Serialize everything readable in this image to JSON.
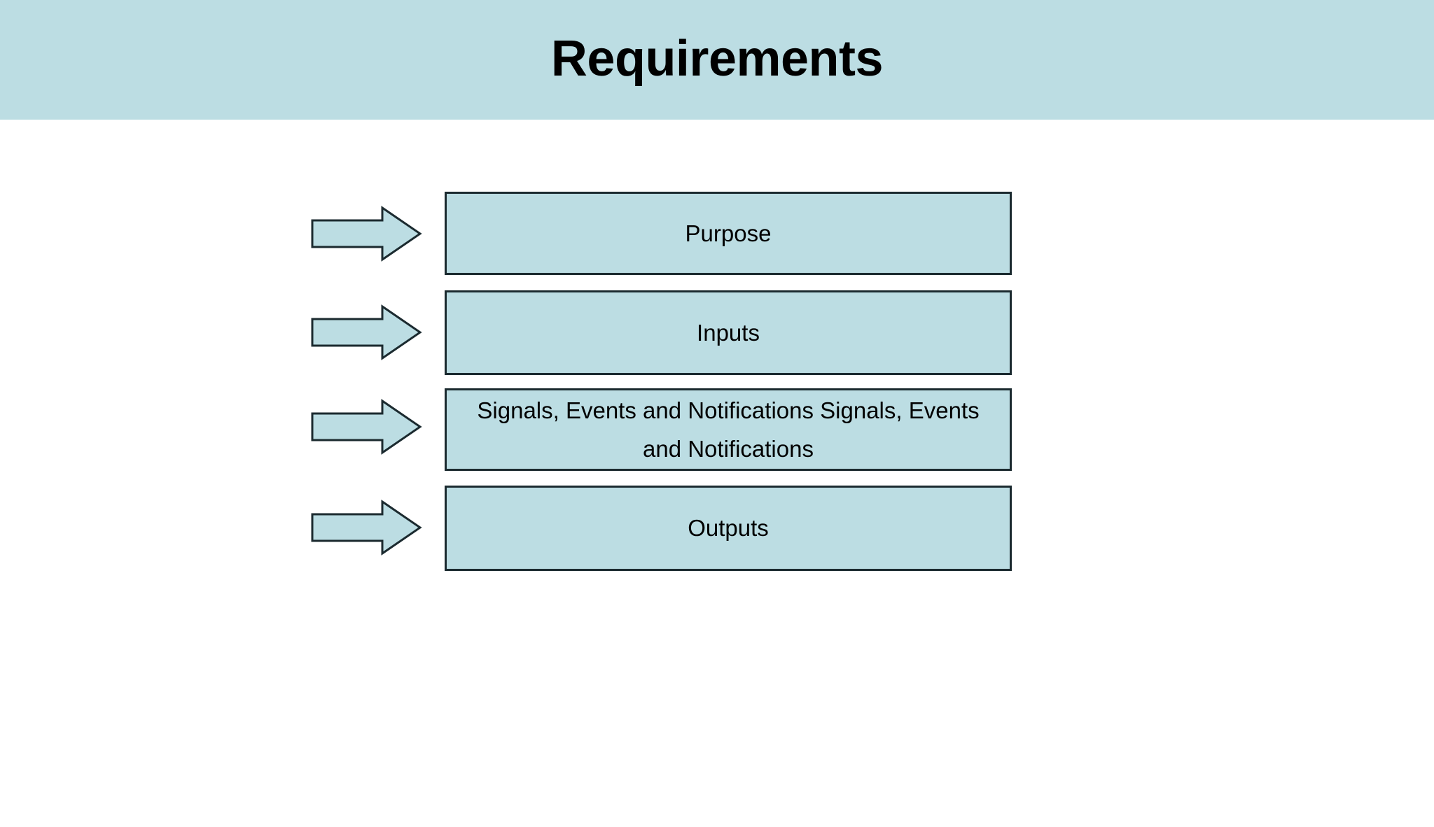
{
  "slide": {
    "title": "Requirements",
    "background_color": "#ffffff",
    "band_color": "#bcdde3",
    "shape_fill": "#bcdde3",
    "shape_outline": "#1b2a2f",
    "text_color": "#000000"
  },
  "diagram": {
    "type": "labeled-boxes-with-inbound-arrows",
    "rows": [
      {
        "arrow_icon": "right-block-arrow-icon",
        "label": "Purpose"
      },
      {
        "arrow_icon": "right-block-arrow-icon",
        "label": "Inputs"
      },
      {
        "arrow_icon": "right-block-arrow-icon",
        "label": "Signals, Events and Notifications Signals, Events and Notifications"
      },
      {
        "arrow_icon": "right-block-arrow-icon",
        "label": "Outputs"
      }
    ]
  }
}
